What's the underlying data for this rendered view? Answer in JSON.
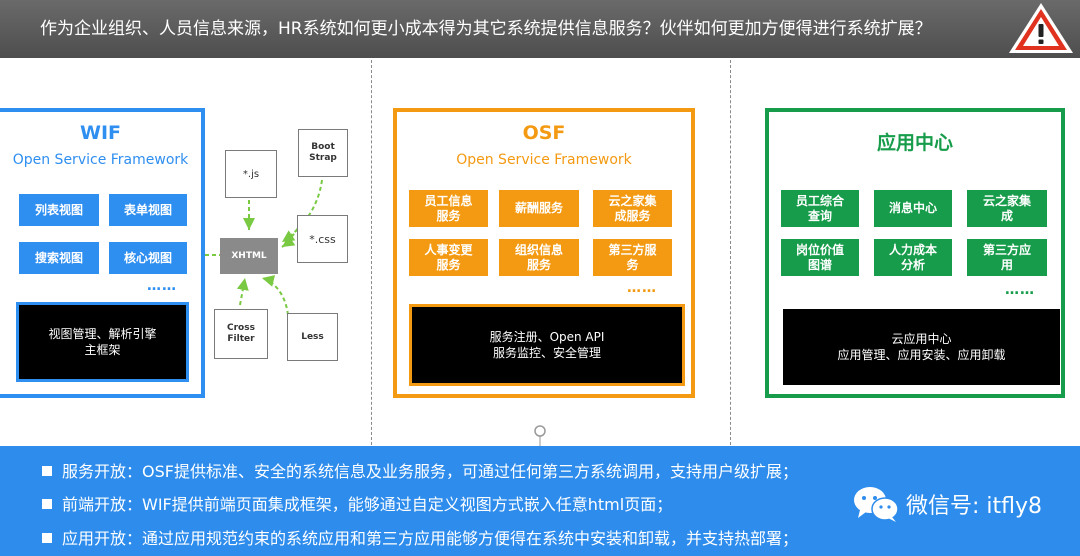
{
  "header": {
    "question": "作为企业组织、人员信息来源，HR系统如何更小成本得为其它系统提供信息服务？伙伴如何更加方便得进行系统扩展？",
    "warning_icon": "warning-triangle-icon",
    "colors": {
      "bar": "#555555",
      "warning": "#e0321e"
    }
  },
  "wif": {
    "title": "WIF",
    "subtitle": "Open Service Framework",
    "tiles": [
      "列表视图",
      "表单视图",
      "搜索视图",
      "核心视图"
    ],
    "dots": "……",
    "core": [
      "视图管理、解析引擎",
      "主框架"
    ],
    "accent": "#2f8ff0",
    "diagram": {
      "center": "XHTML",
      "js": "*.js",
      "bootstrap": [
        "Boot",
        "Strap"
      ],
      "css": "*.css",
      "cross_filter": [
        "Cross",
        "Filter"
      ],
      "less": "Less",
      "arrow_color": "#7ac943"
    }
  },
  "osf": {
    "title": "OSF",
    "subtitle": "Open Service Framework",
    "tiles": [
      [
        "员工信息",
        "服务"
      ],
      [
        "薪酬服务"
      ],
      [
        "云之家集",
        "成服务"
      ],
      [
        "人事变更",
        "服务"
      ],
      [
        "组织信息",
        "服务"
      ],
      [
        "第三方服",
        "务"
      ]
    ],
    "dots": "……",
    "core": [
      "服务注册、Open API",
      "服务监控、安全管理"
    ],
    "accent": "#f39a12"
  },
  "app": {
    "title": "应用中心",
    "tiles": [
      [
        "员工综合",
        "查询"
      ],
      [
        "消息中心"
      ],
      [
        "云之家集",
        "成"
      ],
      [
        "岗位价值",
        "图谱"
      ],
      [
        "人力成本",
        "分析"
      ],
      [
        "第三方应",
        "用"
      ]
    ],
    "dots": "……",
    "core": [
      "云应用中心",
      "应用管理、应用安装、应用卸载"
    ],
    "accent": "#169c4a"
  },
  "banner": {
    "lines": [
      "服务开放：OSF提供标准、安全的系统信息及业务服务，可通过任何第三方系统调用，支持用户级扩展；",
      "前端开放：WIF提供前端页面集成框架，能够通过自定义视图方式嵌入任意html页面；",
      "应用开放：通过应用规范约束的系统应用和第三方应用能够方便得在系统中安装和卸载，并支持热部署；"
    ],
    "wechat_icon": "wechat-icon",
    "wechat_text": "微信号: itfly8",
    "color": "#2d8cec"
  }
}
